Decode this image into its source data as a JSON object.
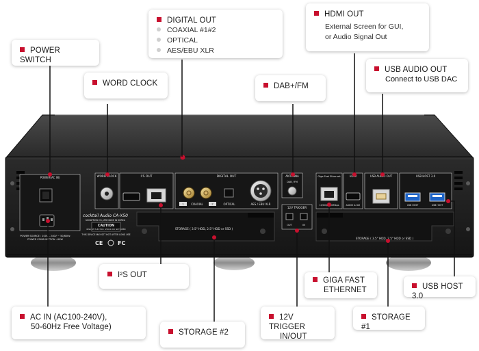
{
  "colors": {
    "accent": "#c8102e",
    "chassis": "#1d1d1d",
    "panel": "#141414",
    "leader": "#111111"
  },
  "callouts": {
    "power_switch": {
      "title": "POWER SWITCH"
    },
    "word_clock": {
      "title": "WORD CLOCK"
    },
    "digital_out": {
      "title": "DIGITAL OUT",
      "items": [
        "COAXIAL #1#2",
        "OPTICAL",
        "AES/EBU XLR"
      ]
    },
    "dab_fm": {
      "title": "DAB+/FM"
    },
    "hdmi_out": {
      "title": "HDMI OUT",
      "lines": [
        "External Screen for GUI,",
        "or Audio Signal Out"
      ]
    },
    "usb_audio_out": {
      "title": "USB AUDIO OUT",
      "line": "Connect to USB DAC"
    },
    "i2s_out": {
      "title": "I²S OUT"
    },
    "giga_fast_ethernet": {
      "title_1": "GIGA FAST",
      "title_2": "ETHERNET"
    },
    "usb_host": {
      "title": "USB HOST 3.0"
    },
    "ac_in": {
      "title_1": "AC IN (AC100-240V),",
      "title_2": "50-60Hz Free Voltage)"
    },
    "trigger_12v": {
      "title_1": "12V TRIGGER",
      "title_2": "IN/OUT"
    },
    "storage_1": {
      "title": "STORAGE #1"
    },
    "storage_2": {
      "title": "STORAGE #2"
    }
  },
  "panel": {
    "power_ac_in": "POWER(AC IN)",
    "word_clock": "WORD CLOCK",
    "i2s_out": "I²S OUT",
    "digital_out": "DIGITAL OUT",
    "coaxial": "COAXIAL",
    "coax_1": "1",
    "coax_2": "2",
    "optical": "OPTICAL",
    "aes_ebu": "AES / EBU XLR",
    "antenna": "ANTENNA",
    "dab_fm": "DAB / FM",
    "giga_fast_ethernet": "Giga Fast Ethernet",
    "ethernet_sub": "10/100/1000Mbps",
    "hdmi": "HDMI",
    "hdmi_sub": "AUDIO & GUI",
    "usb_audio_out": "USB AUDIO OUT",
    "usb_host": "USB HOST 3.0",
    "usb_host_a": "USB HOST",
    "usb_host_b": "USB HOST",
    "trigger": "12V TRIGGER",
    "trigger_out": "OUT",
    "trigger_in": "IN",
    "brand": "cocktail Audio CA-X50",
    "maker": "NOVATRON CO.,LTD    MADE IN KOREA",
    "caution": "CAUTION",
    "caution_sub": "RISK OF ELECTRIC SHOCK DO NOT OPEN",
    "warning": "THIS DEVICE MAY SET HOT AFTER LONG USE",
    "power_source": "POWER SOURCE : 100V - 240V ~ 50/60Hz",
    "power_consumption": "POWER CONSUMPTION : 60W",
    "storage_label_left": "STORAGE ( 3.5\" HDD, 2.5\" HDD or SSD )",
    "storage_label_right": "STORAGE ( 3.5\" HDD, 2.5\" HDD or SSD )",
    "ce": "CE",
    "fc": "FC"
  }
}
